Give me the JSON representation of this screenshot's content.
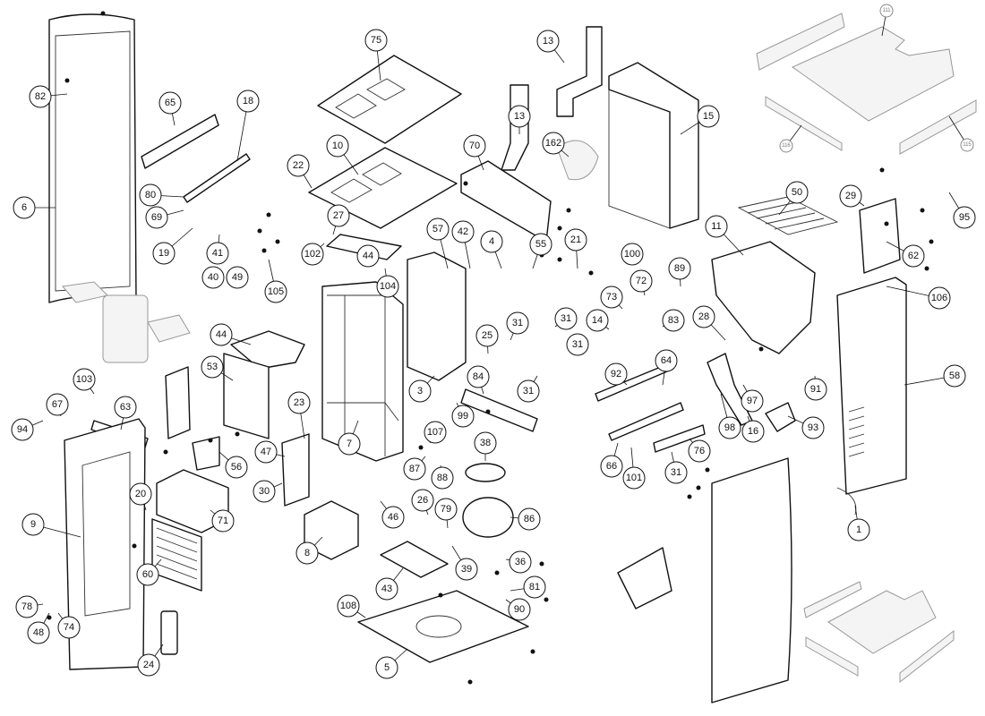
{
  "diagram": {
    "title": "Pellet stove exploded parts view",
    "callouts": [
      "82",
      "65",
      "18",
      "6",
      "80",
      "69",
      "19",
      "41",
      "40",
      "49",
      "105",
      "75",
      "13",
      "13",
      "162",
      "15",
      "111",
      "116",
      "115",
      "22",
      "10",
      "70",
      "27",
      "102",
      "44",
      "104",
      "57",
      "42",
      "4",
      "55",
      "21",
      "50",
      "29",
      "95",
      "11",
      "62",
      "106",
      "100",
      "89",
      "72",
      "73",
      "83",
      "14",
      "28",
      "31",
      "31",
      "31",
      "31",
      "25",
      "84",
      "3",
      "99",
      "107",
      "87",
      "88",
      "38",
      "92",
      "64",
      "97",
      "98",
      "16",
      "91",
      "93",
      "58",
      "66",
      "101",
      "76",
      "31",
      "1",
      "44",
      "53",
      "23",
      "7",
      "103",
      "67",
      "63",
      "94",
      "56",
      "47",
      "30",
      "20",
      "71",
      "9",
      "60",
      "8",
      "46",
      "26",
      "79",
      "86",
      "39",
      "36",
      "43",
      "81",
      "90",
      "78",
      "48",
      "74",
      "108",
      "5",
      "24"
    ]
  }
}
